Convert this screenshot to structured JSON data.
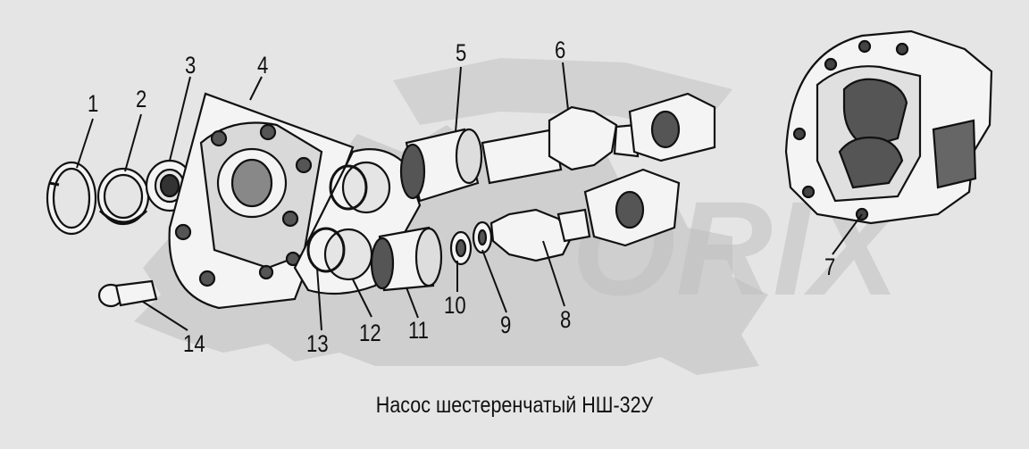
{
  "diagram": {
    "title": "Насос шестеренчатый НШ-32У",
    "callouts": [
      "1",
      "2",
      "3",
      "4",
      "5",
      "6",
      "7",
      "8",
      "9",
      "10",
      "11",
      "12",
      "13",
      "14"
    ],
    "watermark": "ORIX",
    "colors": {
      "background": "#e5e5e5",
      "watermark": "#cfcfcf",
      "ink": "#111111",
      "part_fill": "#f4f4f4"
    }
  }
}
